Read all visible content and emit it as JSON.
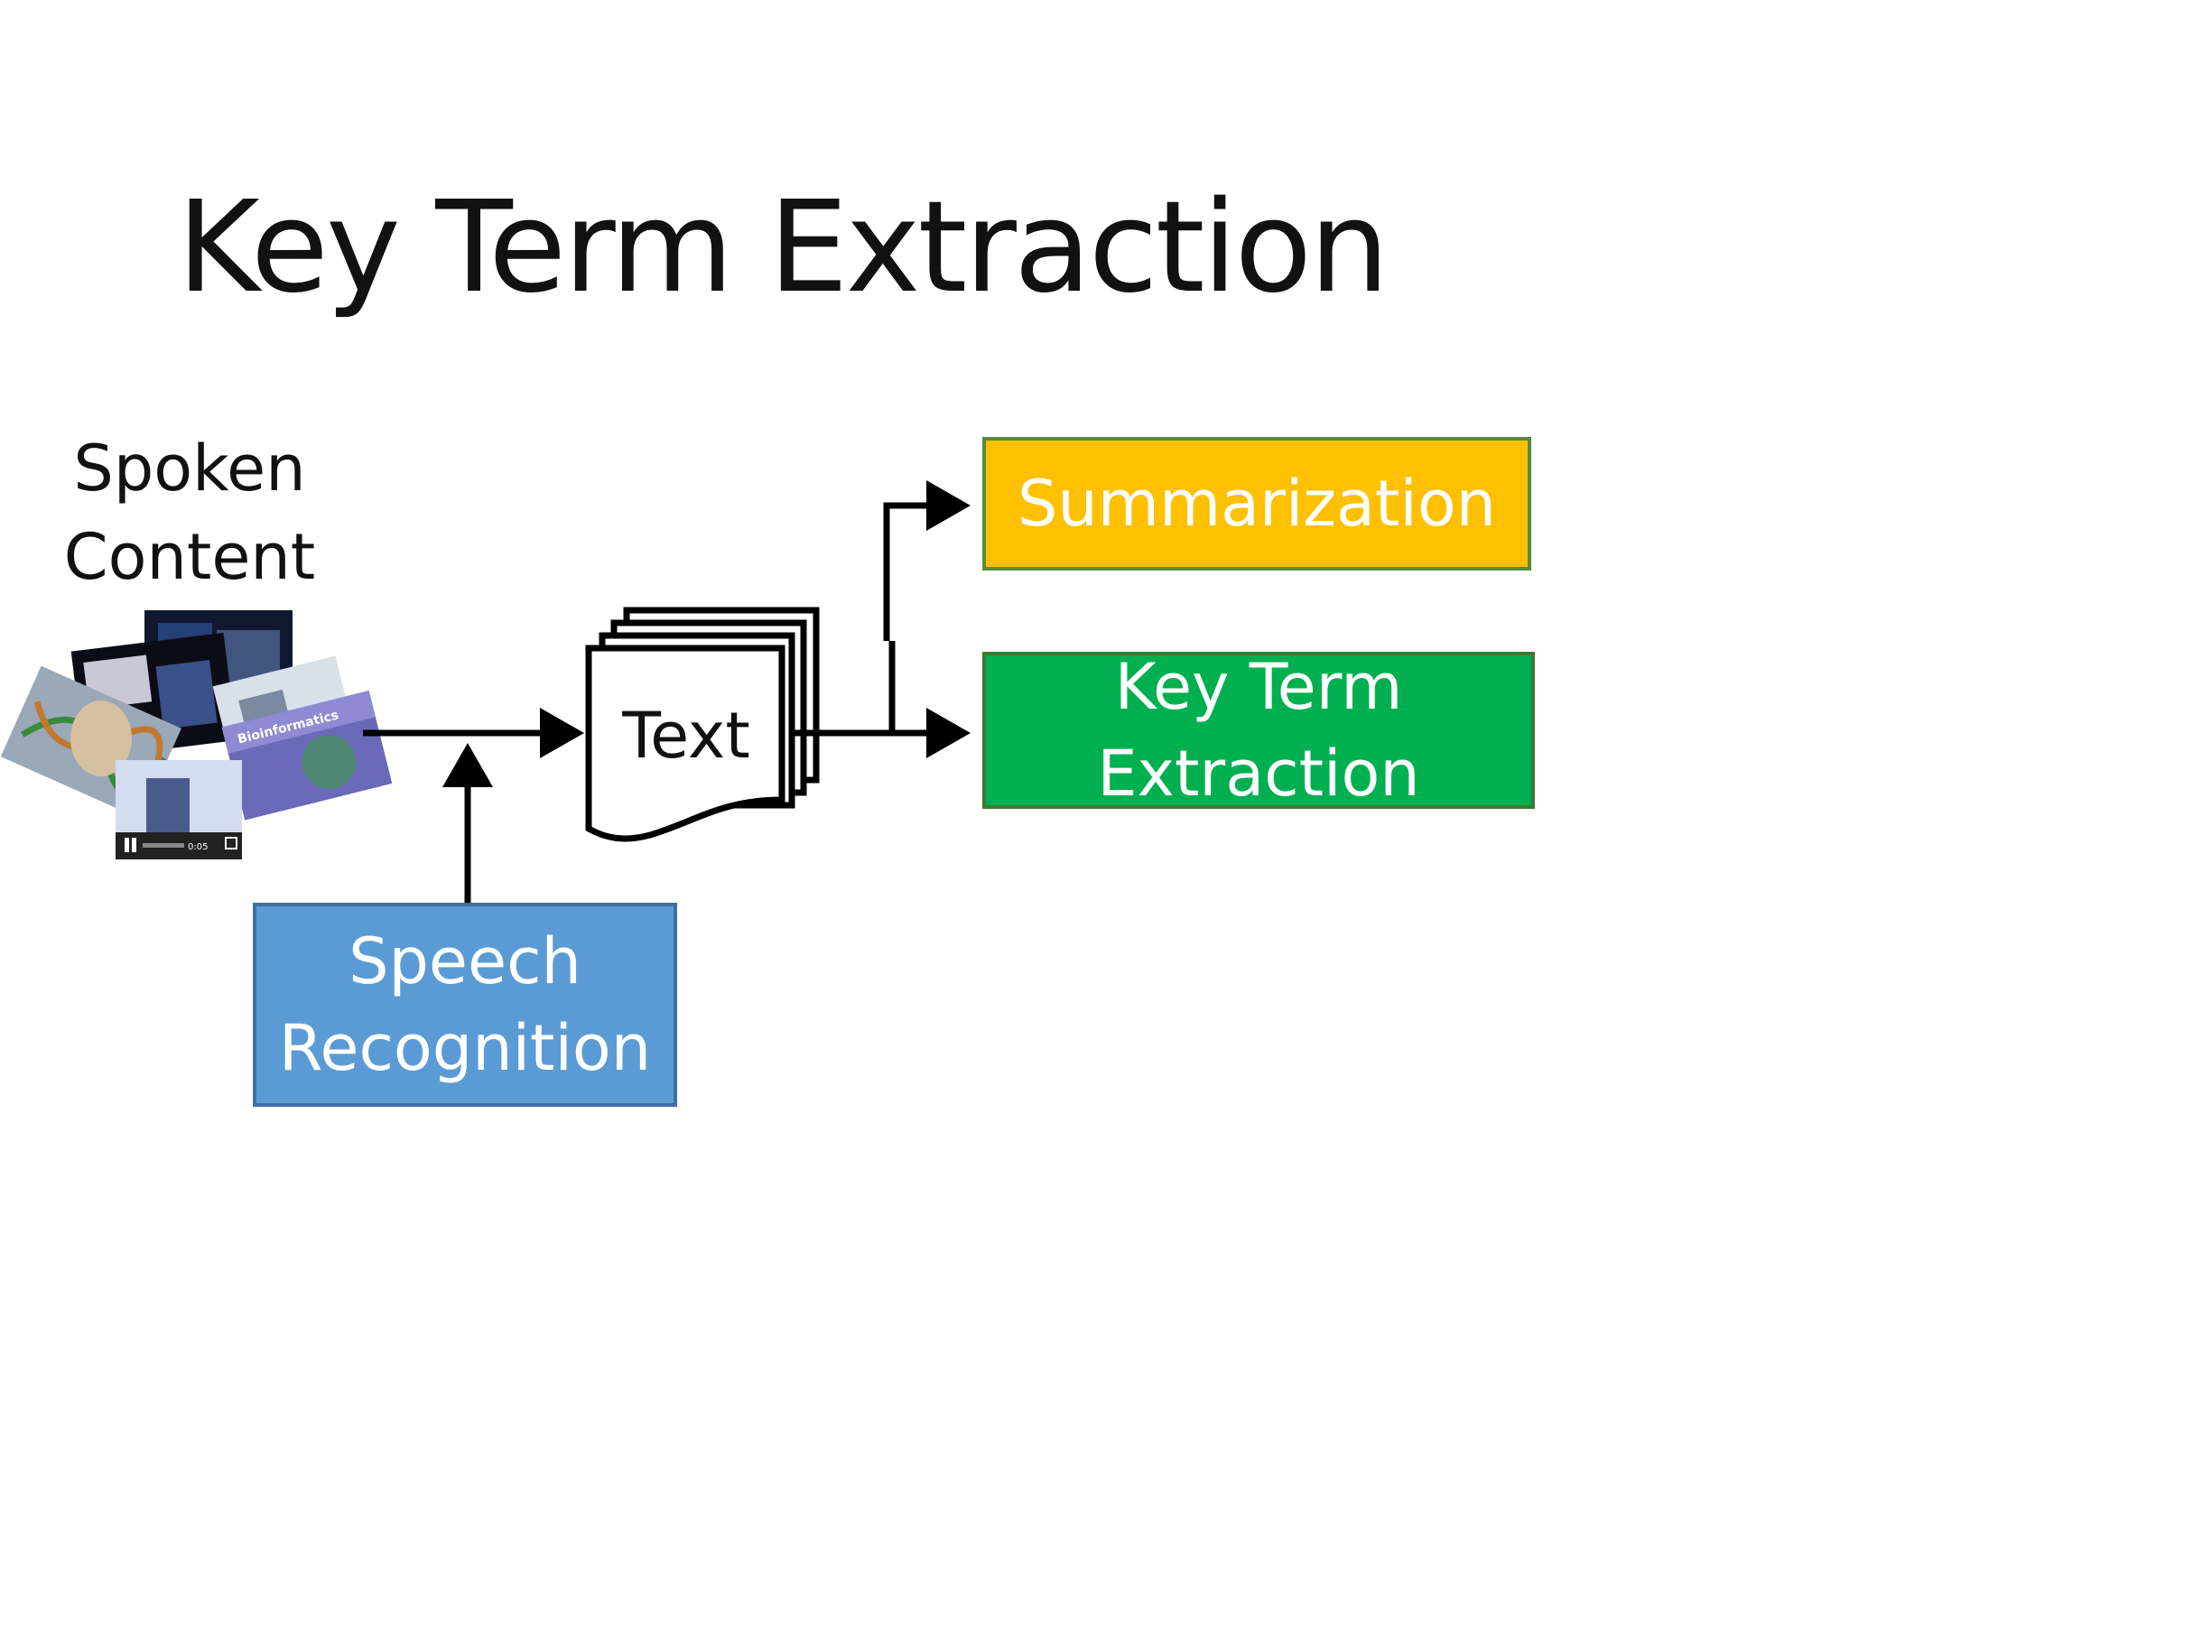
{
  "slide": {
    "title": "Key Term Extraction"
  },
  "diagram": {
    "input_label_line1": "Spoken",
    "input_label_line2": "Content",
    "middle_node": "Text",
    "asr_line1": "Speech",
    "asr_line2": "Recognition",
    "output_top": "Summarization",
    "output_bottom_line1": "Key Term",
    "output_bottom_line2": "Extraction",
    "thumbnail_caption": "Bioinformatics",
    "thumbnail_time": "0:05"
  },
  "colors": {
    "summarization_fill": "#ffc000",
    "keyterm_fill": "#00b050",
    "speech_fill": "#5b9bd5",
    "arrow": "#000000"
  },
  "icons": {
    "spoken_content": "video-thumbnails-collage-icon",
    "text": "document-stack-icon"
  }
}
